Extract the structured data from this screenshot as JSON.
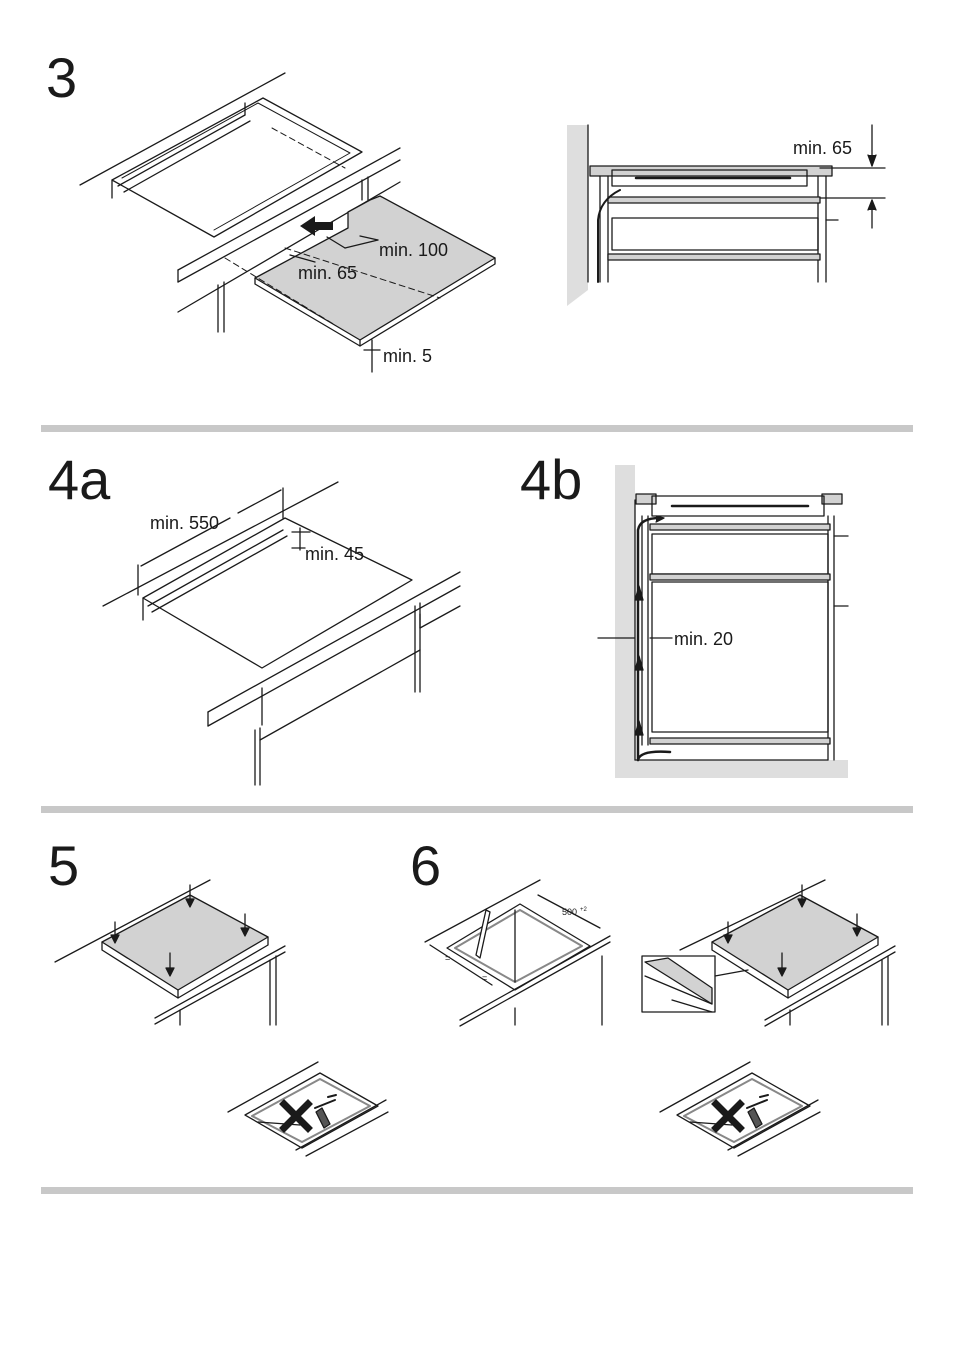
{
  "steps": {
    "s3": "3",
    "s4a": "4a",
    "s4b": "4b",
    "s5": "5",
    "s6": "6"
  },
  "dimensions": {
    "s3_min100": "min. 100",
    "s3_min65": "min. 65",
    "s3_min5": "min. 5",
    "s3_side_min65": "min. 65",
    "s4a_min550": "min. 550",
    "s4a_min45": "min. 45",
    "s4b_min20": "min. 20",
    "s6_500": "500",
    "s6_tol": "+2",
    "s6_eq": "="
  },
  "colors": {
    "panel": "#d2d2d2",
    "wall": "#dedede",
    "divider": "#c8c8c8",
    "line": "#1a1a1a"
  }
}
